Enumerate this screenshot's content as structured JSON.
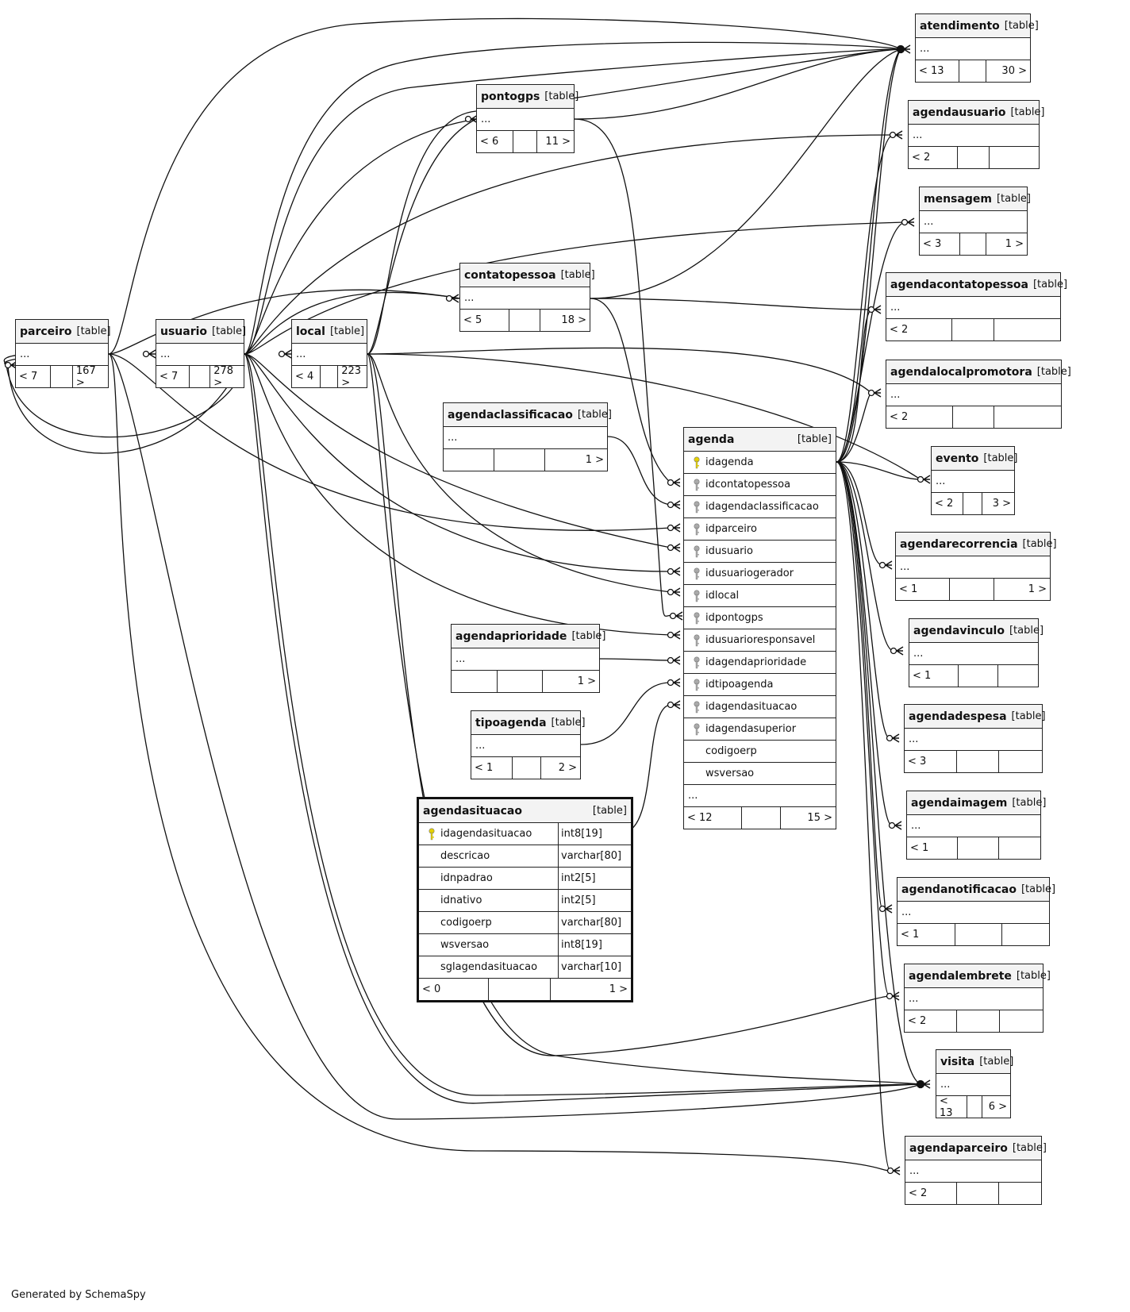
{
  "generator_text": "Generated by SchemaSpy",
  "table_tag": "[table]",
  "tables": {
    "atendimento": {
      "name": "atendimento",
      "body": "...",
      "parents": "< 13",
      "children": "30 >"
    },
    "pontogps": {
      "name": "pontogps",
      "body": "...",
      "parents": "< 6",
      "children": "11 >"
    },
    "agendausuario": {
      "name": "agendausuario",
      "body": "...",
      "parents": "< 2",
      "children": ""
    },
    "mensagem": {
      "name": "mensagem",
      "body": "...",
      "parents": "< 3",
      "children": "1 >"
    },
    "contatopessoa": {
      "name": "contatopessoa",
      "body": "...",
      "parents": "< 5",
      "children": "18 >"
    },
    "agendacontatopessoa": {
      "name": "agendacontatopessoa",
      "body": "...",
      "parents": "< 2",
      "children": ""
    },
    "parceiro": {
      "name": "parceiro",
      "body": "...",
      "parents": "< 7",
      "children": "167 >"
    },
    "usuario": {
      "name": "usuario",
      "body": "...",
      "parents": "< 7",
      "children": "278 >"
    },
    "local": {
      "name": "local",
      "body": "...",
      "parents": "< 4",
      "children": "223 >"
    },
    "agendalocalpromotora": {
      "name": "agendalocalpromotora",
      "body": "...",
      "parents": "< 2",
      "children": ""
    },
    "agendaclassificacao": {
      "name": "agendaclassificacao",
      "body": "...",
      "parents": "",
      "children": "1 >"
    },
    "evento": {
      "name": "evento",
      "body": "...",
      "parents": "< 2",
      "children": "3 >"
    },
    "agendarecorrencia": {
      "name": "agendarecorrencia",
      "body": "...",
      "parents": "< 1",
      "children": "1 >"
    },
    "agendavinculo": {
      "name": "agendavinculo",
      "body": "...",
      "parents": "< 1",
      "children": ""
    },
    "agendaprioridade": {
      "name": "agendaprioridade",
      "body": "...",
      "parents": "",
      "children": "1 >"
    },
    "tipoagenda": {
      "name": "tipoagenda",
      "body": "...",
      "parents": "< 1",
      "children": "2 >"
    },
    "agendadespesa": {
      "name": "agendadespesa",
      "body": "...",
      "parents": "< 3",
      "children": ""
    },
    "agendaimagem": {
      "name": "agendaimagem",
      "body": "...",
      "parents": "< 1",
      "children": ""
    },
    "agendanotificacao": {
      "name": "agendanotificacao",
      "body": "...",
      "parents": "< 1",
      "children": ""
    },
    "agendalembrete": {
      "name": "agendalembrete",
      "body": "...",
      "parents": "< 2",
      "children": ""
    },
    "visita": {
      "name": "visita",
      "body": "...",
      "parents": "< 13",
      "children": "6 >"
    },
    "agendaparceiro": {
      "name": "agendaparceiro",
      "body": "...",
      "parents": "< 2",
      "children": ""
    }
  },
  "agenda": {
    "name": "agenda",
    "columns": [
      {
        "name": "idagenda",
        "key": "pk"
      },
      {
        "name": "idcontatopessoa",
        "key": "fk"
      },
      {
        "name": "idagendaclassificacao",
        "key": "fk"
      },
      {
        "name": "idparceiro",
        "key": "fk"
      },
      {
        "name": "idusuario",
        "key": "fk"
      },
      {
        "name": "idusuariogerador",
        "key": "fk"
      },
      {
        "name": "idlocal",
        "key": "fk"
      },
      {
        "name": "idpontogps",
        "key": "fk"
      },
      {
        "name": "idusuarioresponsavel",
        "key": "fk"
      },
      {
        "name": "idagendaprioridade",
        "key": "fk"
      },
      {
        "name": "idtipoagenda",
        "key": "fk"
      },
      {
        "name": "idagendasituacao",
        "key": "fk"
      },
      {
        "name": "idagendasuperior",
        "key": "fk"
      },
      {
        "name": "codigoerp",
        "key": ""
      },
      {
        "name": "wsversao",
        "key": ""
      }
    ],
    "more": "...",
    "parents": "< 12",
    "children": "15 >"
  },
  "agendasituacao": {
    "name": "agendasituacao",
    "columns": [
      {
        "name": "idagendasituacao",
        "type": "int8[19]",
        "key": "pk"
      },
      {
        "name": "descricao",
        "type": "varchar[80]",
        "key": ""
      },
      {
        "name": "idnpadrao",
        "type": "int2[5]",
        "key": ""
      },
      {
        "name": "idnativo",
        "type": "int2[5]",
        "key": ""
      },
      {
        "name": "codigoerp",
        "type": "varchar[80]",
        "key": ""
      },
      {
        "name": "wsversao",
        "type": "int8[19]",
        "key": ""
      },
      {
        "name": "sglagendasituacao",
        "type": "varchar[10]",
        "key": ""
      }
    ],
    "parents": "< 0",
    "children": "1 >"
  },
  "colors": {
    "pk_key": "#e6d200",
    "fk_key": "#aaaaaa",
    "line": "#111111",
    "header_bg": "#f3f3f3"
  }
}
